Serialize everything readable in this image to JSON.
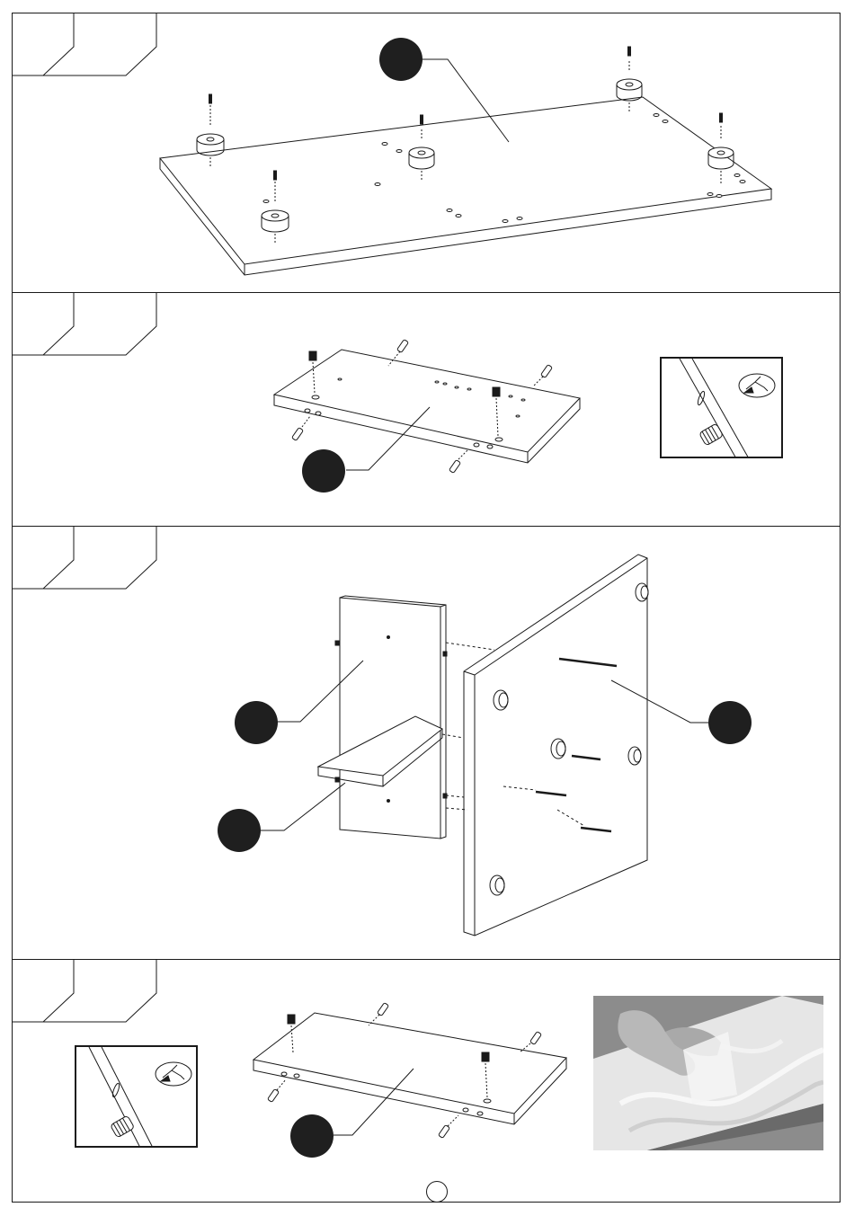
{
  "document": {
    "type": "assembly-instructions",
    "steps": [
      {
        "id": "step-1",
        "label": "",
        "badges": [
          ""
        ]
      },
      {
        "id": "step-2",
        "label": "",
        "badges": [
          ""
        ],
        "detail": "dowel-insert-detail"
      },
      {
        "id": "step-3",
        "label": "",
        "badges": [
          "",
          "",
          ""
        ]
      },
      {
        "id": "step-4",
        "label": "",
        "badges": [
          ""
        ],
        "detail": "dowel-insert-detail",
        "photo": "protective-film-peel-photo"
      }
    ],
    "page_number": ""
  },
  "colors": {
    "line": "#1a1a1a",
    "badge": "#1f1f1f",
    "paper": "#ffffff"
  }
}
